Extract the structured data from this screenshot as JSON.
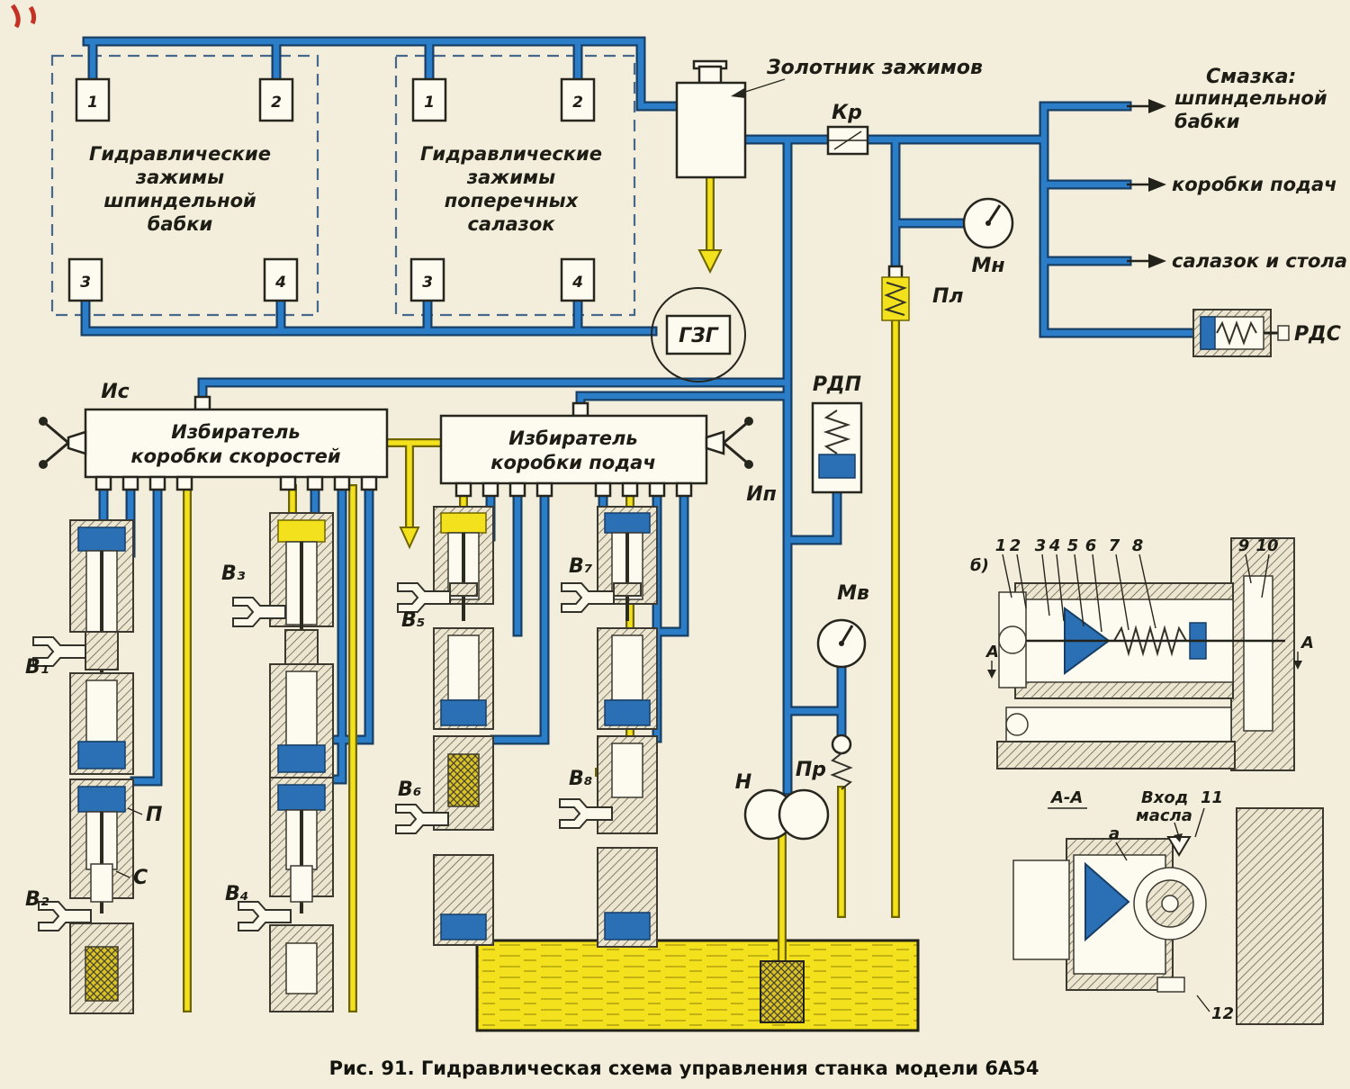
{
  "caption": "Рис. 91. Гидравлическая схема управления станка модели 6А54",
  "clamps_spindle": {
    "title": [
      "Гидравлические",
      "зажимы",
      "шпиндельной",
      "бабки"
    ],
    "cylinders": [
      "1",
      "2",
      "3",
      "4"
    ]
  },
  "clamps_cross": {
    "title": [
      "Гидравлические",
      "зажимы",
      "поперечных",
      "салазок"
    ],
    "cylinders": [
      "1",
      "2",
      "3",
      "4"
    ]
  },
  "selector_speed": {
    "title": [
      "Избиратель",
      "коробки  скоростей"
    ],
    "handle": "Ис"
  },
  "selector_feed": {
    "title": [
      "Избиратель",
      "коробки  подач"
    ],
    "handle": "Ип"
  },
  "components": {
    "zolotnik": "Золотник зажимов",
    "kr": "Кр",
    "gzg": "ГЗГ",
    "mn": "Мн",
    "pl": "Пл",
    "rdp": "РДП",
    "mv": "Мв",
    "pr": "Пр",
    "pump": "Н",
    "rds": "РДС",
    "p": "П",
    "c": "С"
  },
  "forks": {
    "b1": "В₁",
    "b2": "В₂",
    "b3": "В₃",
    "b4": "В₄",
    "b5": "В₅",
    "b6": "В₆",
    "b7": "В₇",
    "b8": "В₈"
  },
  "lubrication": {
    "header": "Смазка:",
    "line1a": "шпиндельной",
    "line1b": "бабки",
    "line2": "коробки подач",
    "line3": "салазок и стола"
  },
  "details": {
    "b_label": "б)",
    "aa_label": "А-А",
    "a_left": "А",
    "a_right": "А",
    "inlet1": "Вход",
    "inlet2": "масла",
    "a_small": "а",
    "callouts": [
      "1",
      "2",
      "3",
      "4",
      "5",
      "6",
      "7",
      "8",
      "9",
      "10"
    ],
    "n11": "11",
    "n12": "12"
  },
  "colors": {
    "pipe_blue": "#2b7dc8",
    "oil_yellow": "#f2e11c",
    "background": "#f3eedb"
  }
}
